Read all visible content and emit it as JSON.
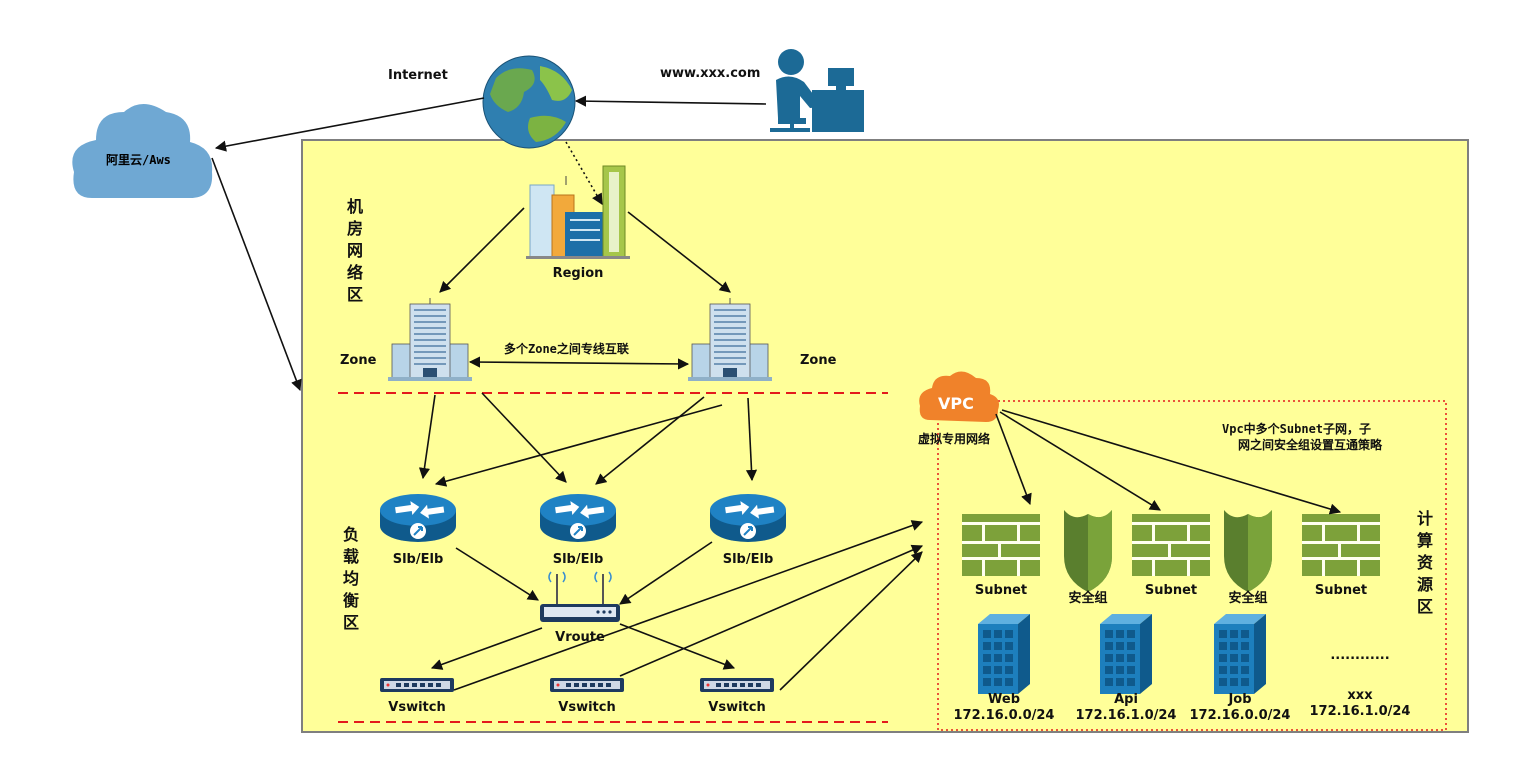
{
  "labels": {
    "internet": "Internet",
    "domain": "www.xxx.com",
    "cloud": "阿里云/Aws",
    "region": "Region",
    "zone_left": "Zone",
    "zone_right": "Zone",
    "zone_link": "多个Zone之间专线互联",
    "vpc_badge": "VPC",
    "vpc_caption": "虚拟专用网络",
    "vpc_note_line1": "Vpc中多个Subnet子网，子",
    "vpc_note_line2": "网之间安全组设置互通策略",
    "slb": [
      "Slb/Elb",
      "Slb/Elb",
      "Slb/Elb"
    ],
    "vroute": "Vroute",
    "vswitch": [
      "Vswitch",
      "Vswitch",
      "Vswitch"
    ],
    "subnet": [
      "Subnet",
      "Subnet",
      "Subnet"
    ],
    "security_group": [
      "安全组",
      "安全组"
    ],
    "servers": [
      {
        "name": "Web",
        "cidr": "172.16.0.0/24"
      },
      {
        "name": "Api",
        "cidr": "172.16.1.0/24"
      },
      {
        "name": "Job",
        "cidr": "172.16.0.0/24"
      },
      {
        "name": "xxx",
        "cidr": "172.16.1.0/24"
      }
    ],
    "ellipsis": "............"
  },
  "zones": {
    "datacenter": "机房网络区",
    "loadbalance": "负载均衡区",
    "compute": "计算资源区"
  },
  "colors": {
    "panel_fill": "#ffff99",
    "panel_border": "#7f7f7f",
    "dashed_red": "#e31a1c",
    "cloud_blue": "#6fa8d3",
    "vpc_orange": "#f0822a",
    "subnet_green": "#7da13a",
    "shield_green": "#5a7f2e",
    "router_blue": "#1a6fa8",
    "server_blue": "#1d7fbd",
    "user_blue": "#1c6a96"
  }
}
